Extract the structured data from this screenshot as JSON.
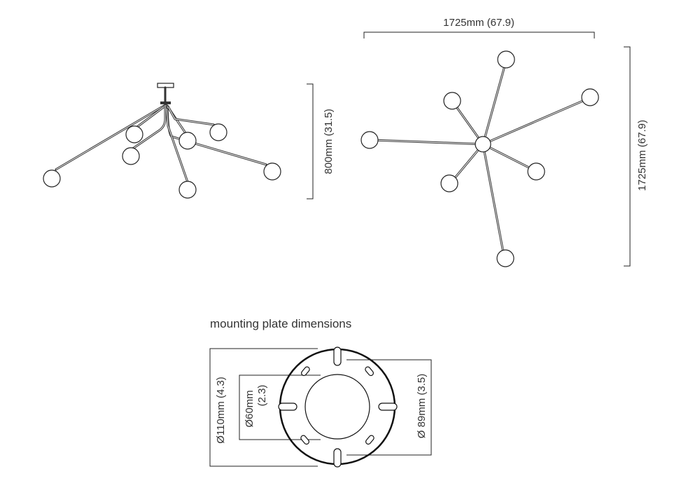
{
  "top_view": {
    "width_label": "1725mm (67.9)",
    "depth_label": "1725mm (67.9)"
  },
  "side_view": {
    "height_label": "800mm (31.5)"
  },
  "mounting_plate": {
    "title": "mounting plate dimensions",
    "outer_label": "Ø110mm (4.3)",
    "inner_label": "Ø60mm",
    "inner_label_in": "(2.3)",
    "hole_label": "Ø 89mm (3.5)"
  }
}
